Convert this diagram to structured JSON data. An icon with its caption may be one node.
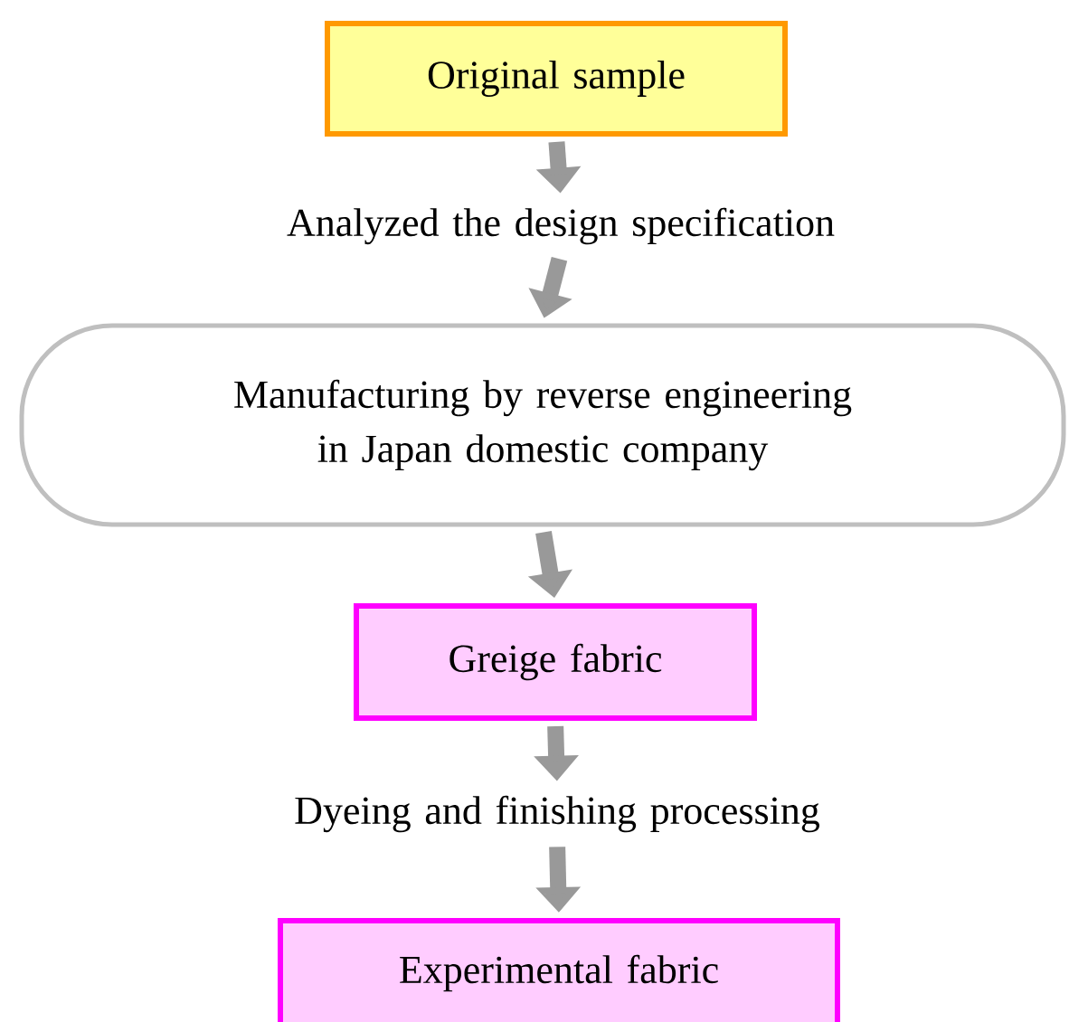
{
  "diagram": {
    "nodes": [
      {
        "text": [
          "Original sample"
        ]
      },
      {
        "text": [
          "Analyzed the design specification"
        ]
      },
      {
        "text": [
          "Manufacturing by reverse engineering in Japan domestic company"
        ]
      },
      {
        "text": [
          "Greige fabric"
        ]
      },
      {
        "text": [
          "Dyeing and finishing processing"
        ]
      },
      {
        "text": [
          "Experimental fabric"
        ]
      }
    ],
    "edges": [
      {
        "from": 0,
        "to": 1,
        "arrow": "to"
      },
      {
        "from": 1,
        "to": 2,
        "arrow": "to"
      },
      {
        "from": 2,
        "to": 3,
        "arrow": "to"
      },
      {
        "from": 3,
        "to": 4,
        "arrow": "to"
      },
      {
        "from": 4,
        "to": 5,
        "arrow": "to"
      }
    ]
  }
}
